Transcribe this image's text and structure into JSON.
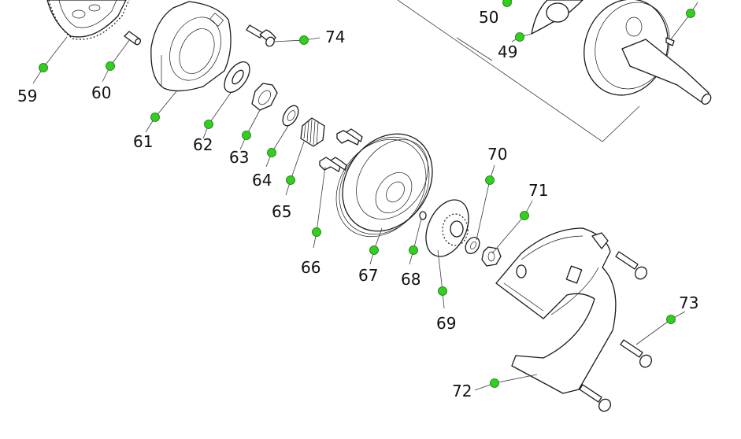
{
  "diagram": {
    "title": "Clutch / crankshaft exploded parts view",
    "callout_color": "#2fd11c",
    "callouts": [
      {
        "id": "49",
        "label": "49",
        "part": "crankshaft-half"
      },
      {
        "id": "50",
        "label": "50",
        "part": "connecting-rod-part"
      },
      {
        "id": "59",
        "label": "59",
        "part": "ring-gear"
      },
      {
        "id": "60",
        "label": "60",
        "part": "pin"
      },
      {
        "id": "61",
        "label": "61",
        "part": "clutch-shoe-assembly"
      },
      {
        "id": "62",
        "label": "62",
        "part": "washer"
      },
      {
        "id": "63",
        "label": "63",
        "part": "hex-nut"
      },
      {
        "id": "64",
        "label": "64",
        "part": "thin-washer"
      },
      {
        "id": "65",
        "label": "65",
        "part": "needle-bearing"
      },
      {
        "id": "66",
        "label": "66",
        "part": "flange-screws"
      },
      {
        "id": "67",
        "label": "67",
        "part": "clutch-drum"
      },
      {
        "id": "68",
        "label": "68",
        "part": "small-pin"
      },
      {
        "id": "69",
        "label": "69",
        "part": "sprocket"
      },
      {
        "id": "70",
        "label": "70",
        "part": "sprocket-washer"
      },
      {
        "id": "71",
        "label": "71",
        "part": "sprocket-nut"
      },
      {
        "id": "72",
        "label": "72",
        "part": "chain-guard"
      },
      {
        "id": "73",
        "label": "73",
        "part": "socket-head-screw"
      },
      {
        "id": "74",
        "label": "74",
        "part": "socket-head-screw"
      }
    ]
  }
}
